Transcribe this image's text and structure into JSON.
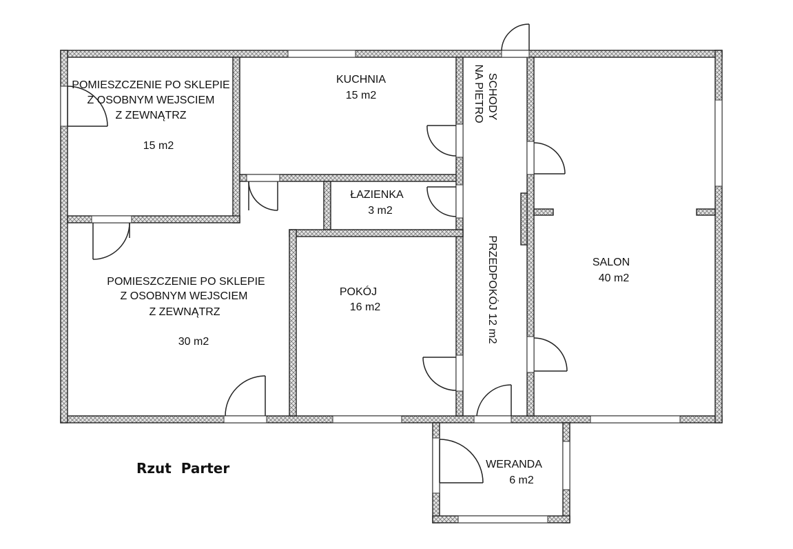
{
  "caption": "Rzut  Parter",
  "rooms": {
    "shop_upper": {
      "line1": "POMIESZCZENIE PO SKLEPIE",
      "line2": "Z OSOBNYM WEJSCIEM",
      "line3": "Z ZEWNĄTRZ",
      "area": "15 m2"
    },
    "shop_lower": {
      "line1": "POMIESZCZENIE PO SKLEPIE",
      "line2": "Z OSOBNYM WEJSCIEM",
      "line3": "Z ZEWNĄTRZ",
      "area": "30 m2"
    },
    "kitchen": {
      "name": "KUCHNIA",
      "area": "15 m2"
    },
    "bathroom": {
      "name": "ŁAZIENKA",
      "area": "3 m2"
    },
    "room": {
      "name": "POKÓJ",
      "area": "16 m2"
    },
    "living": {
      "name": "SALON",
      "area": "40 m2"
    },
    "veranda": {
      "name": "WERANDA",
      "area": "6 m2"
    },
    "stairs": {
      "line1": "SCHODY",
      "line2": "NA PIETRO"
    },
    "hallway": {
      "label": "PRZEDPOKÓJ  12 m2"
    }
  }
}
